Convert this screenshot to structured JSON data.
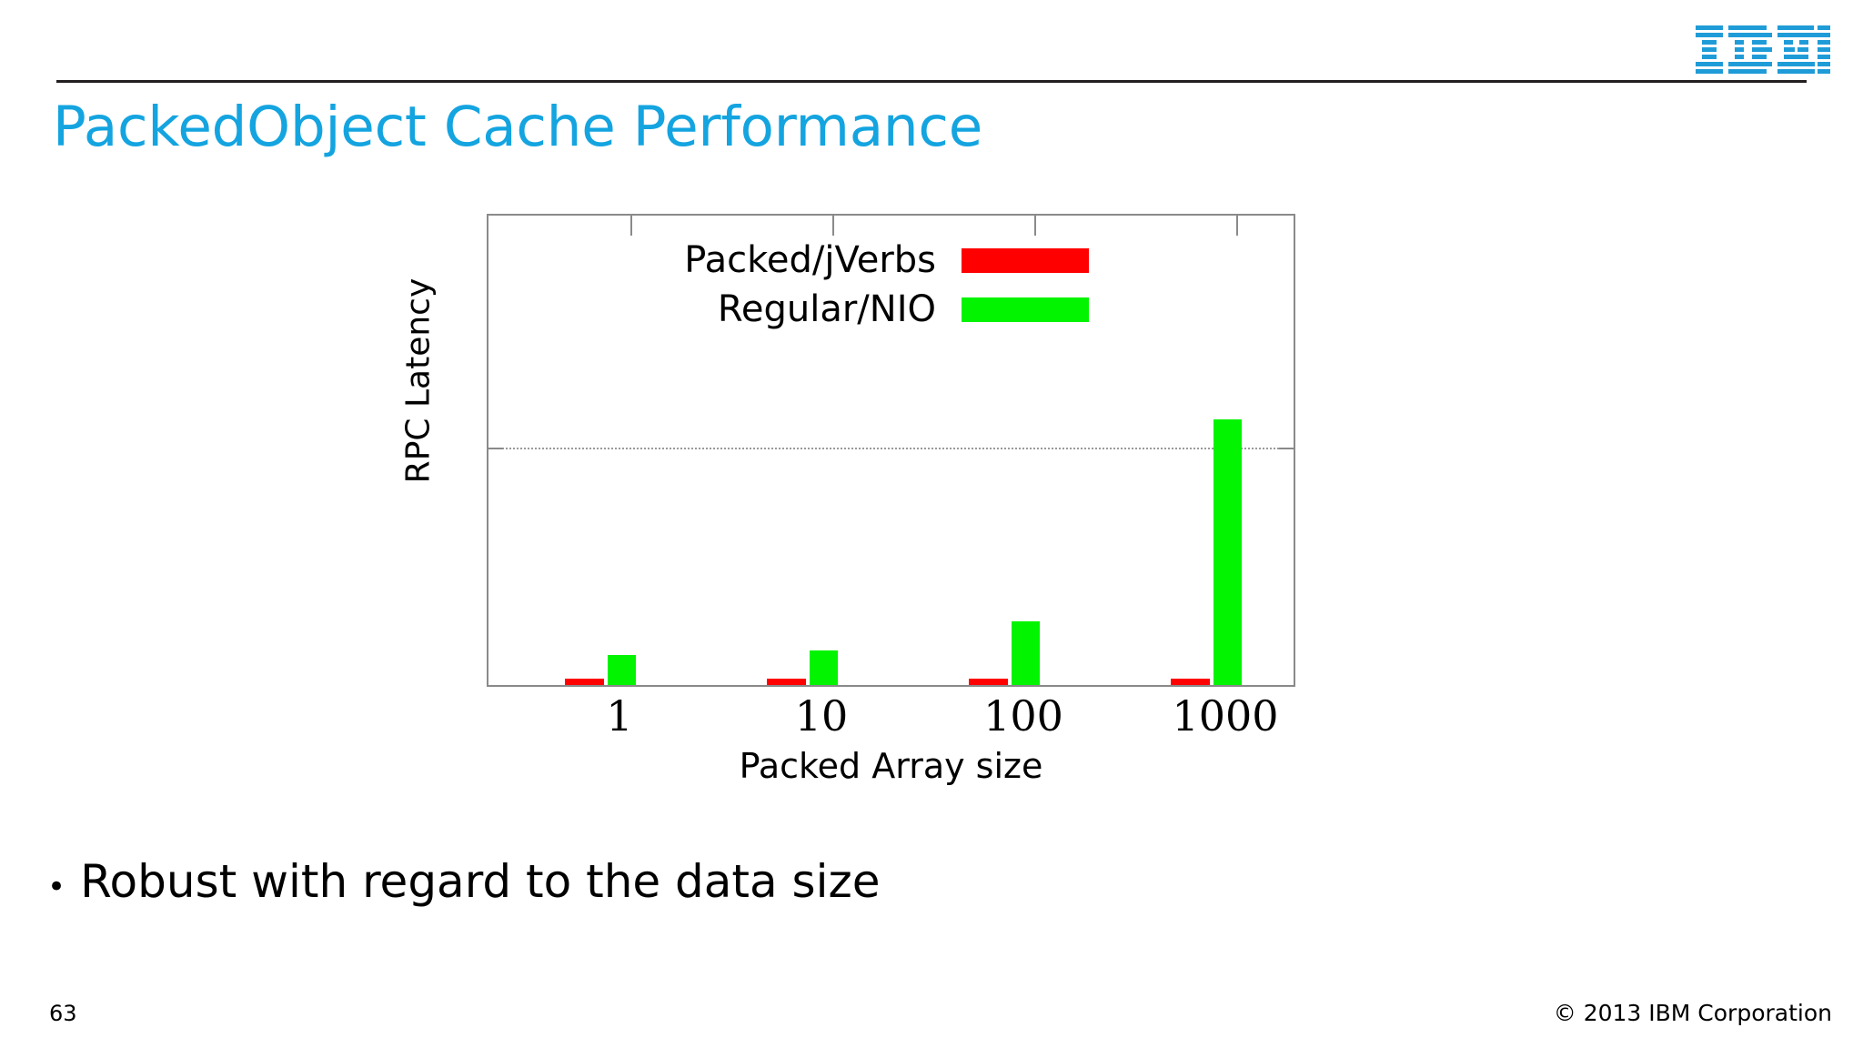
{
  "branding": {
    "logo_name": "ibm-logo",
    "logo_text": "IBM",
    "logo_color": "#1f9cd8"
  },
  "header": {
    "title": "PackedObject Cache Performance",
    "title_color": "#14a4e0",
    "rule_color": "#231f20"
  },
  "chart_data": {
    "type": "bar",
    "title": "",
    "categories": [
      "1",
      "10",
      "100",
      "1000"
    ],
    "series": [
      {
        "name": "Packed/jVerbs",
        "color": "#fe0000",
        "values": [
          1.4,
          1.4,
          1.4,
          1.4
        ]
      },
      {
        "name": "Regular/NIO",
        "color": "#03f400",
        "values": [
          6.4,
          7.4,
          13.6,
          56.6
        ]
      }
    ],
    "xlabel": "Packed Array size",
    "ylabel": "RPC Latency",
    "ylim": [
      0,
      100
    ],
    "yticks": [
      50
    ],
    "ytick_labels": [
      ""
    ],
    "grid": true,
    "grid_style": "dotted-horizontal",
    "legend_position": "top-center",
    "legend": [
      {
        "label": "Packed/jVerbs",
        "color": "#fe0000"
      },
      {
        "label": "Regular/NIO",
        "color": "#03f400"
      }
    ],
    "axis_color": "#8a8a8a"
  },
  "body": {
    "bullets": [
      {
        "marker": "•",
        "text": "Robust with regard to the data size"
      }
    ]
  },
  "footer": {
    "page_number": "63",
    "copyright": "© 2013 IBM Corporation"
  }
}
